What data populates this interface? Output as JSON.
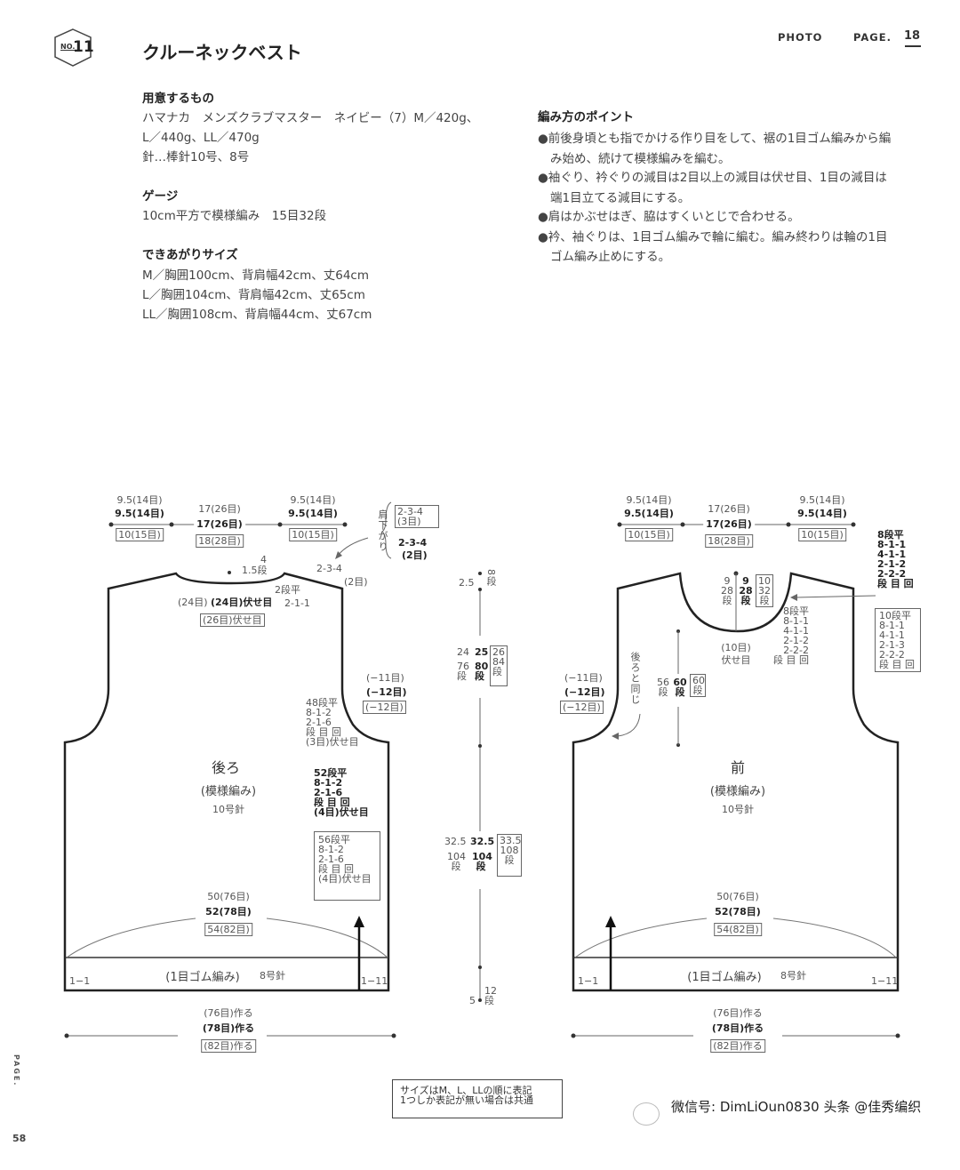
{
  "header": {
    "no_label": "NO.",
    "number": "11",
    "title": "クルーネックベスト",
    "photo": "PHOTO",
    "page_label": "PAGE.",
    "page_number": "18"
  },
  "materials": {
    "heading": "用意するもの",
    "lines": [
      "ハマナカ　メンズクラブマスター　ネイビー（7）M／420g、",
      "L／440g、LL／470g",
      "針…棒針10号、8号"
    ]
  },
  "gauge": {
    "heading": "ゲージ",
    "line": "10cm平方で模様編み　15目32段"
  },
  "size": {
    "heading": "できあがりサイズ",
    "lines": [
      "M／胸囲100cm、背肩幅42cm、丈64cm",
      "L／胸囲104cm、背肩幅42cm、丈65cm",
      "LL／胸囲108cm、背肩幅44cm、丈67cm"
    ]
  },
  "points": {
    "heading": "編み方のポイント",
    "lines": [
      "●前後身頃とも指でかける作り目をして、裾の1目ゴム編みから編",
      "み始め、続けて模様編みを編む。",
      "●袖ぐり、衿ぐりの減目は2目以上の減目は伏せ目、1目の減目は",
      "端1目立てる減目にする。",
      "●肩はかぶせはぎ、脇はすくいとじで合わせる。",
      "●衿、袖ぐりは、1目ゴム編みで輪に編む。編み終わりは輪の1目",
      "ゴム編み止めにする。"
    ]
  },
  "back": {
    "shoulder": [
      "9.5(14目)",
      "9.5(14目)",
      "10(15目)"
    ],
    "neck_width": [
      "17(26目)",
      "17(26目)",
      "18(28目)"
    ],
    "shoulder_slope_label": "肩下がり",
    "slope": [
      "2-3-4",
      "(3目)",
      "2-3-4",
      "(2目)"
    ],
    "slope2": [
      "2-3-4",
      "(2目)"
    ],
    "neck_depth": [
      "4",
      "1.5段"
    ],
    "neck_dec": [
      "2段平",
      "2-1-1"
    ],
    "neck_bind": [
      "(24目)",
      "(24目)伏せ目",
      "(26目)伏せ目"
    ],
    "armhole_dec": [
      "(−11目)",
      "(−12目)",
      "(−12目)"
    ],
    "arm_m": [
      "48段平",
      "8-1-2",
      "2-1-6",
      "段 目 回",
      "(3目)伏せ目"
    ],
    "arm_l": [
      "52段平",
      "8-1-2",
      "2-1-6",
      "段 目 回",
      "(4目)伏せ目"
    ],
    "arm_ll": [
      "56段平",
      "8-1-2",
      "2-1-6",
      "段 目 回",
      "(4目)伏せ目"
    ],
    "name": "後ろ",
    "pattern": "(模様編み)",
    "needle": "10号針",
    "width": [
      "50(76目)",
      "52(78目)",
      "54(82目)"
    ],
    "rib": "(1目ゴム編み)",
    "rib_needle": "8号針",
    "rib_left": "1−1",
    "rib_right": "1−11",
    "cast_on": [
      "(76目)作る",
      "(78目)作る",
      "(82目)作る"
    ]
  },
  "center": {
    "shoulder_h": "2.5",
    "shoulder_rows": "8段",
    "arm": [
      "24",
      "25",
      "26"
    ],
    "arm_rows": [
      "76段",
      "80段",
      "84段"
    ],
    "body": [
      "32.5",
      "32.5",
      "33.5"
    ],
    "body_rows": [
      "104段",
      "104段",
      "108段"
    ],
    "rib": "5",
    "rib_rows": "12段"
  },
  "front": {
    "shoulder": [
      "9.5(14目)",
      "9.5(14目)",
      "10(15目)"
    ],
    "neck_width": [
      "17(26目)",
      "17(26目)",
      "18(28目)"
    ],
    "neck_dec_ml": [
      "8段平",
      "8-1-1",
      "4-1-1",
      "2-1-2",
      "2-2-2",
      "段 目 回"
    ],
    "neck_dec_ll": [
      "10段平",
      "8-1-1",
      "4-1-1",
      "2-1-3",
      "2-2-2",
      "段 目 回"
    ],
    "neck_dec_m": [
      "8段平",
      "8-1-1",
      "4-1-1",
      "2-1-2",
      "2-2-2",
      "段 目 回"
    ],
    "neck_depth": [
      "9",
      "28段",
      "9",
      "28段",
      "10",
      "32段"
    ],
    "neck_bind": [
      "(10目)",
      "伏せ目"
    ],
    "same_as_back": "後ろと同じ",
    "armhole_dec": [
      "(−11目)",
      "(−12目)",
      "(−12目)"
    ],
    "arm_rows": [
      "56段",
      "60段",
      "60段"
    ],
    "name": "前",
    "pattern": "(模様編み)",
    "needle": "10号針",
    "width": [
      "50(76目)",
      "52(78目)",
      "54(82目)"
    ],
    "rib": "(1目ゴム編み)",
    "rib_needle": "8号針",
    "rib_left": "1−1",
    "rib_right": "1−11",
    "cast_on": [
      "(76目)作る",
      "(78目)作る",
      "(82目)作る"
    ]
  },
  "note": [
    "サイズはM、L、LLの順に表記",
    "1つしか表記が無い場合は共通"
  ],
  "footer": {
    "page_side": "PAGE.",
    "page_num": "58",
    "watermark": "微信号: DimLiOun0830  头条 @佳秀编织"
  }
}
